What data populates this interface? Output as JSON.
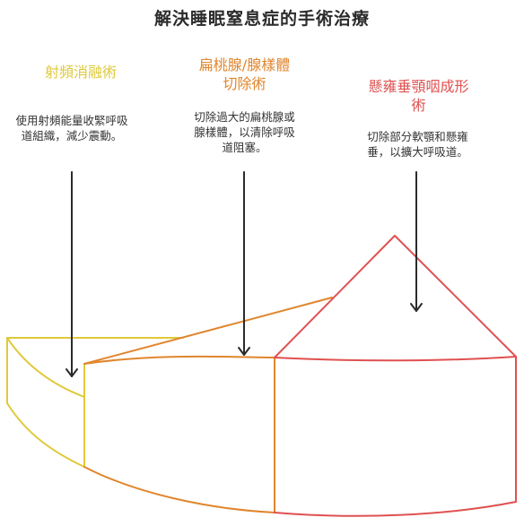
{
  "title": "解決睡眠窒息症的手術治療",
  "colors": {
    "title": "#2b2b2b",
    "yellow": "#e0c93a",
    "orange": "#e0862d",
    "red": "#e05050",
    "arrow": "#2b2b2b"
  },
  "steps": [
    {
      "heading": "射頻消融術",
      "description_line1": "使用射頻能量收緊呼吸",
      "description_line2": "道組織，減少震動。"
    },
    {
      "heading_line1": "扁桃腺/腺樣體",
      "heading_line2": "切除術",
      "description_line1": "切除過大的扁桃腺或",
      "description_line2": "腺樣體，以清除呼吸",
      "description_line3": "道阻塞。"
    },
    {
      "heading_line1": "懸雍垂顎咽成形",
      "heading_line2": "術",
      "description_line1": "切除部分軟顎和懸雍",
      "description_line2": "垂，以擴大呼吸道。"
    }
  ]
}
